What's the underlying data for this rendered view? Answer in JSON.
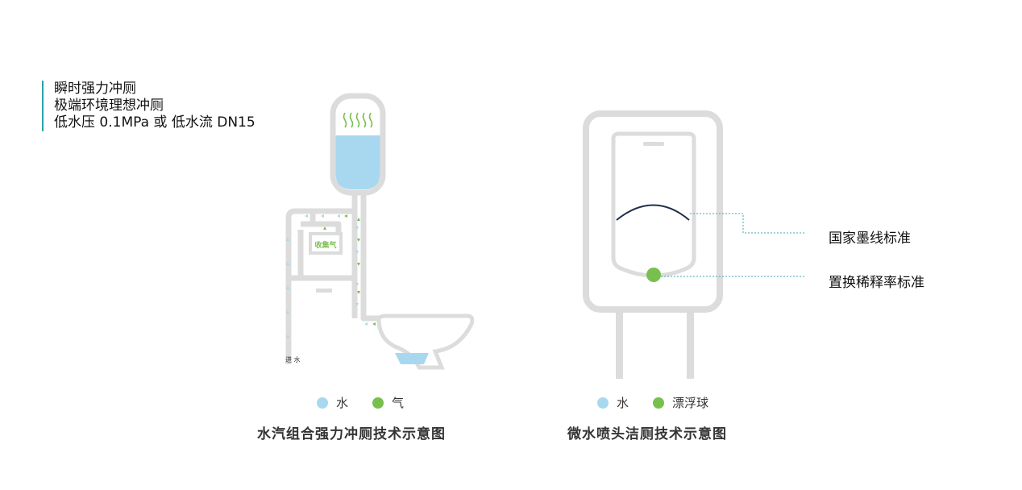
{
  "features": [
    "瞬时强力冲厕",
    "极端环境理想冲厕",
    "低水压 0.1MPa 或 低水流 DN15"
  ],
  "left_diagram": {
    "inner_label": "收集气",
    "inlet_label": "进 水",
    "legend": [
      {
        "label": "水",
        "color": "#a8d8f0",
        "icon": "water-dot"
      },
      {
        "label": "气",
        "color": "#78c04e",
        "icon": "air-dot"
      }
    ],
    "caption": "水汽组合强力冲厕技术示意图"
  },
  "right_diagram": {
    "callouts": [
      {
        "label": "国家墨线标准"
      },
      {
        "label": "置换稀释率标准"
      }
    ],
    "legend": [
      {
        "label": "水",
        "color": "#a8d8f0",
        "icon": "water-dot"
      },
      {
        "label": "漂浮球",
        "color": "#78c04e",
        "icon": "float-ball-dot"
      }
    ],
    "caption": "微水喷头洁厕技术示意图"
  },
  "colors": {
    "accent_bar": "#2aa1a8",
    "pipe_gray": "#dcdcdc",
    "water": "#a8d8f0",
    "air_green": "#78c04e",
    "leader_line": "#3fa9b5",
    "arc_navy": "#1f2d4d"
  }
}
